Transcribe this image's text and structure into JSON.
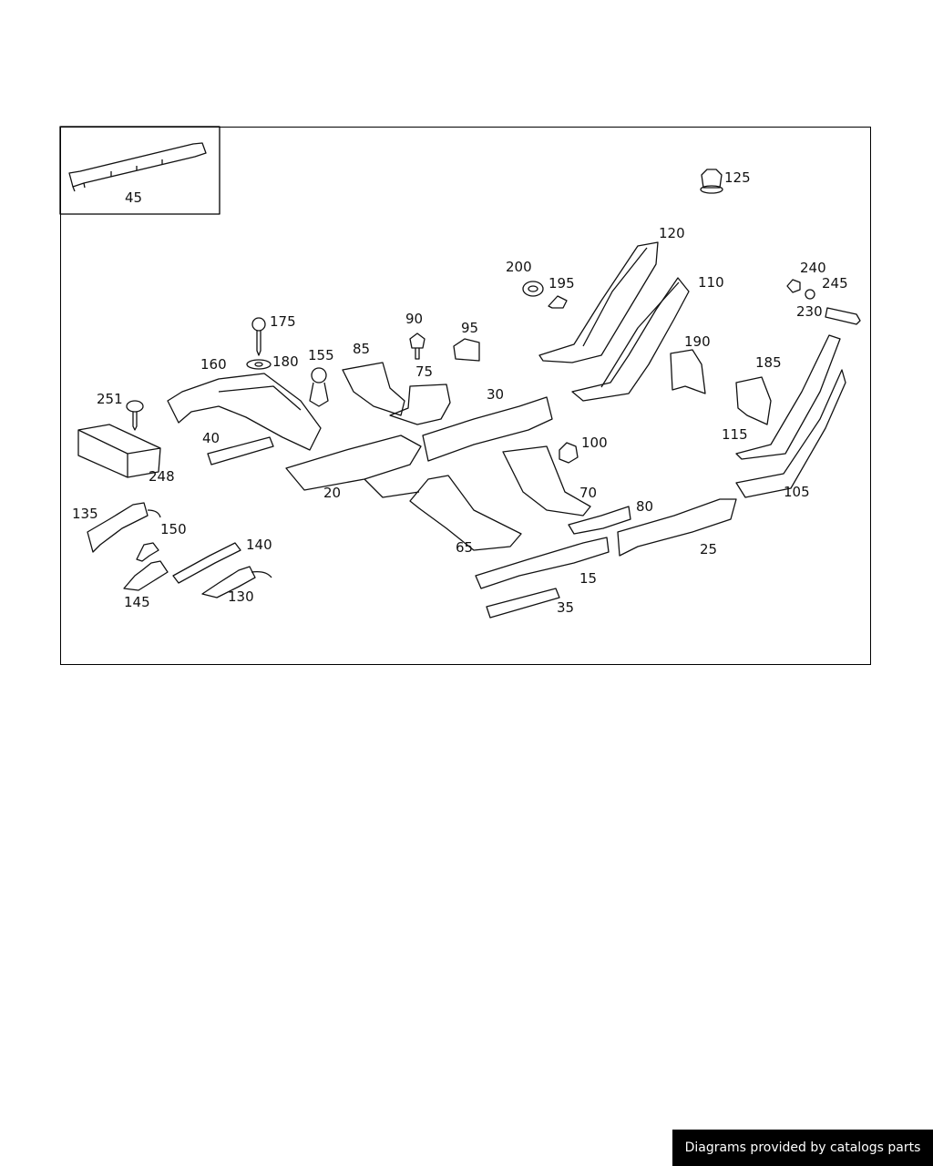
{
  "diagram": {
    "inset_label": "45",
    "callouts": [
      "125",
      "120",
      "200",
      "195",
      "110",
      "240",
      "245",
      "230",
      "175",
      "90",
      "95",
      "190",
      "85",
      "155",
      "180",
      "160",
      "75",
      "30",
      "185",
      "251",
      "115",
      "100",
      "40",
      "248",
      "20",
      "70",
      "105",
      "80",
      "135",
      "150",
      "140",
      "65",
      "25",
      "15",
      "145",
      "130",
      "35"
    ]
  },
  "footer": {
    "text": "Diagrams provided by catalogs parts"
  }
}
